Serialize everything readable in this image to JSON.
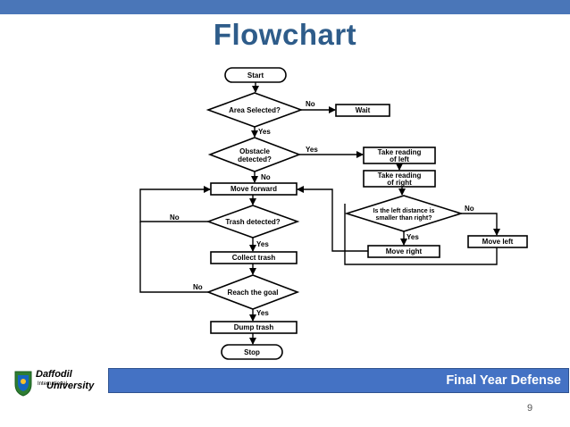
{
  "slide": {
    "title": "Flowchart",
    "footer": "Final Year Defense",
    "page_number": "9",
    "logo": {
      "line1": "Daffodil",
      "line2": "International",
      "line3": "University"
    }
  },
  "flowchart": {
    "nodes": {
      "start": "Start",
      "area_selected": "Area Selected?",
      "wait": "Wait",
      "obstacle": [
        "Obstacle",
        "detected?"
      ],
      "take_left": [
        "Take reading",
        "of left"
      ],
      "take_right": [
        "Take reading",
        "of right"
      ],
      "move_forward": "Move forward",
      "trash_detected": "Trash detected?",
      "left_distance": [
        "Is the left distance is",
        "smaller than right?"
      ],
      "collect_trash": "Collect trash",
      "move_right": "Move right",
      "move_left": "Move left",
      "reach_goal": "Reach the goal",
      "dump_trash": "Dump trash",
      "stop": "Stop"
    },
    "edge_labels": {
      "area_no": "No",
      "area_yes": "Yes",
      "obstacle_yes": "Yes",
      "obstacle_no": "No",
      "trash_no": "No",
      "trash_yes": "Yes",
      "left_yes": "Yes",
      "left_no": "No",
      "goal_no": "No",
      "goal_yes": "Yes"
    }
  }
}
